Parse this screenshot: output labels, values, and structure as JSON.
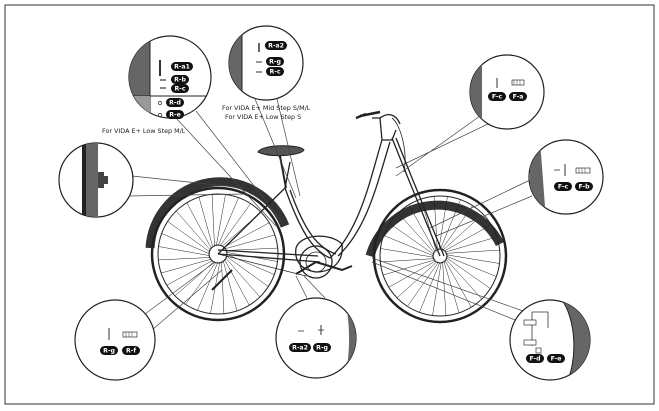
{
  "captions": {
    "low_step_ml": "For VIDA E+ Low Step M/L",
    "mid_step_line1": "For VIDA E+ Mid Step S/M/L",
    "mid_step_line2": "For VIDA E+ Low Step S"
  },
  "labels": {
    "r_a1": "R-a1",
    "r_b": "R-b",
    "r_c": "R-c",
    "r_d": "R-d",
    "r_e": "R-e",
    "r_a2": "R-a2",
    "r_g": "R-g",
    "r_f": "R-f",
    "f_a": "F-a",
    "f_b": "F-b",
    "f_c": "F-c",
    "f_d": "F-d",
    "f_e": "F-e"
  }
}
